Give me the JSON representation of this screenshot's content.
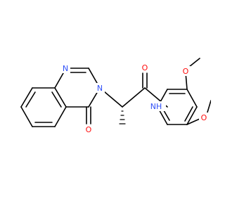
{
  "colors": {
    "background": "#ffffff",
    "bond": "#000000",
    "nitrogen": "#3050F8",
    "oxygen": "#FF0D0D",
    "carbon": "#000000"
  },
  "atoms": {
    "n_ring_top": "N",
    "n_ring_lower": "N",
    "o_ketone": "O",
    "o_amide": "O",
    "nh": "NH",
    "o_methoxy_top": "O",
    "o_methoxy_right": "O"
  }
}
